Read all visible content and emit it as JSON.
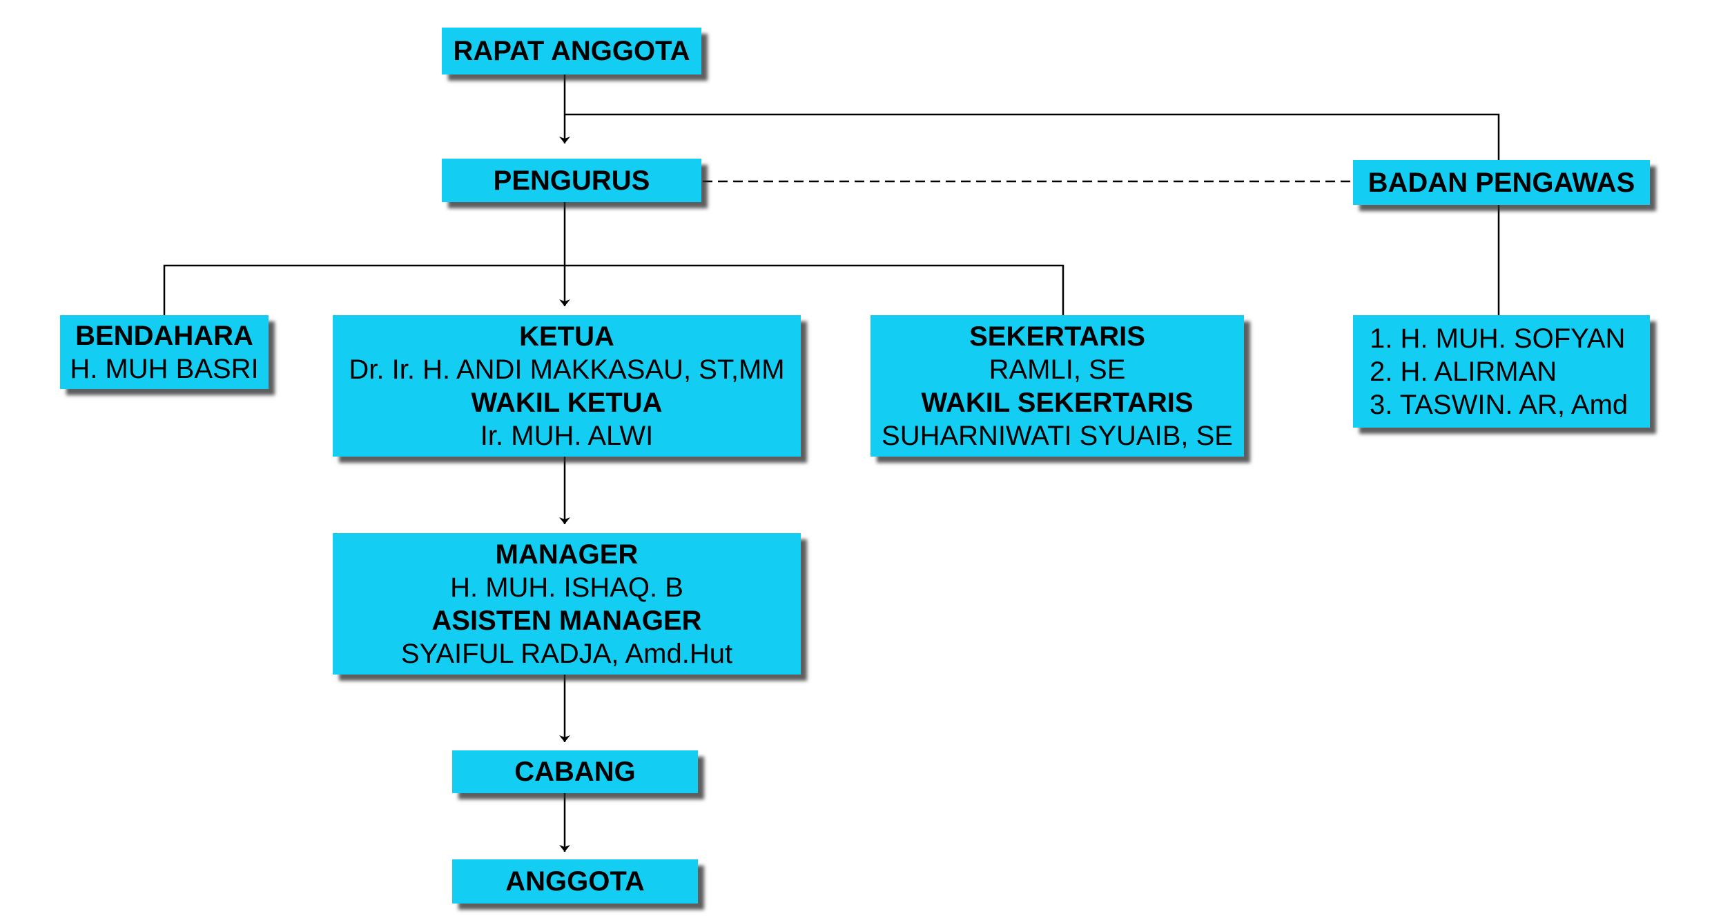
{
  "diagram": {
    "rapat_anggota": {
      "title": "RAPAT ANGGOTA"
    },
    "pengurus": {
      "title": "PENGURUS"
    },
    "badan_pengawas": {
      "title": "BADAN PENGAWAS",
      "members": [
        "1. H. MUH. SOFYAN",
        "2. H. ALIRMAN",
        "3. TASWIN. AR, Amd"
      ]
    },
    "bendahara": {
      "title": "BENDAHARA",
      "name": "H. MUH BASRI"
    },
    "ketua": {
      "title": "KETUA",
      "name": "Dr. Ir. H. ANDI MAKKASAU, ST,MM",
      "wakil_title": "WAKIL KETUA",
      "wakil_name": "Ir. MUH. ALWI"
    },
    "sekertaris": {
      "title": "SEKERTARIS",
      "name": "RAMLI, SE",
      "wakil_title": "WAKIL SEKERTARIS",
      "wakil_name": "SUHARNIWATI SYUAIB, SE"
    },
    "manager": {
      "title": "MANAGER",
      "name": "H. MUH. ISHAQ. B",
      "asisten_title": "ASISTEN MANAGER",
      "asisten_name": "SYAIFUL RADJA, Amd.Hut"
    },
    "cabang": {
      "title": "CABANG"
    },
    "anggota": {
      "title": "ANGGOTA"
    }
  },
  "colors": {
    "box_fill": "#14cdf2",
    "line": "#000000"
  }
}
